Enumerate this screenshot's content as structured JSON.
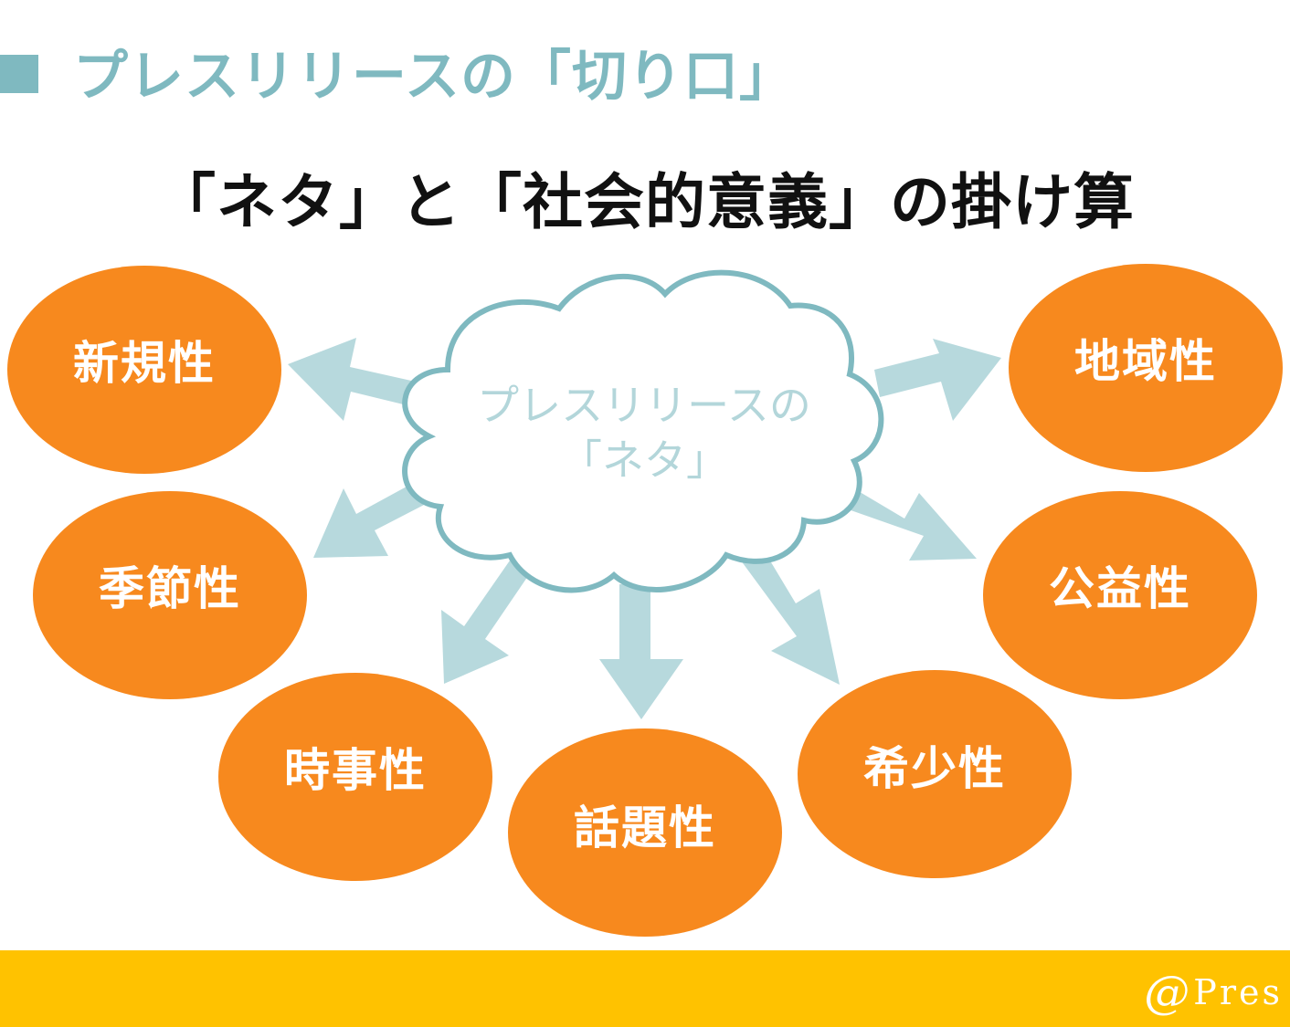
{
  "header": {
    "section_title": "プレスリリースの「切り口」",
    "main_heading": "「ネタ」と「社会的意義」の掛け算"
  },
  "diagram": {
    "center": {
      "line1": "プレスリリースの",
      "line2": "「ネタ」"
    },
    "nodes": [
      {
        "id": "novelty",
        "label": "新規性"
      },
      {
        "id": "seasonality",
        "label": "季節性"
      },
      {
        "id": "timeliness",
        "label": "時事性"
      },
      {
        "id": "topicality",
        "label": "話題性"
      },
      {
        "id": "rarity",
        "label": "希少性"
      },
      {
        "id": "public-interest",
        "label": "公益性"
      },
      {
        "id": "locality",
        "label": "地域性"
      }
    ]
  },
  "footer": {
    "logo_mark": "@",
    "logo_text": "Pres"
  },
  "colors": {
    "accent_teal": "#7fb9c0",
    "arrow_fill": "#b7d9dd",
    "node_orange": "#f7891e",
    "footer_yellow": "#ffc200",
    "heading_text": "#111111"
  }
}
